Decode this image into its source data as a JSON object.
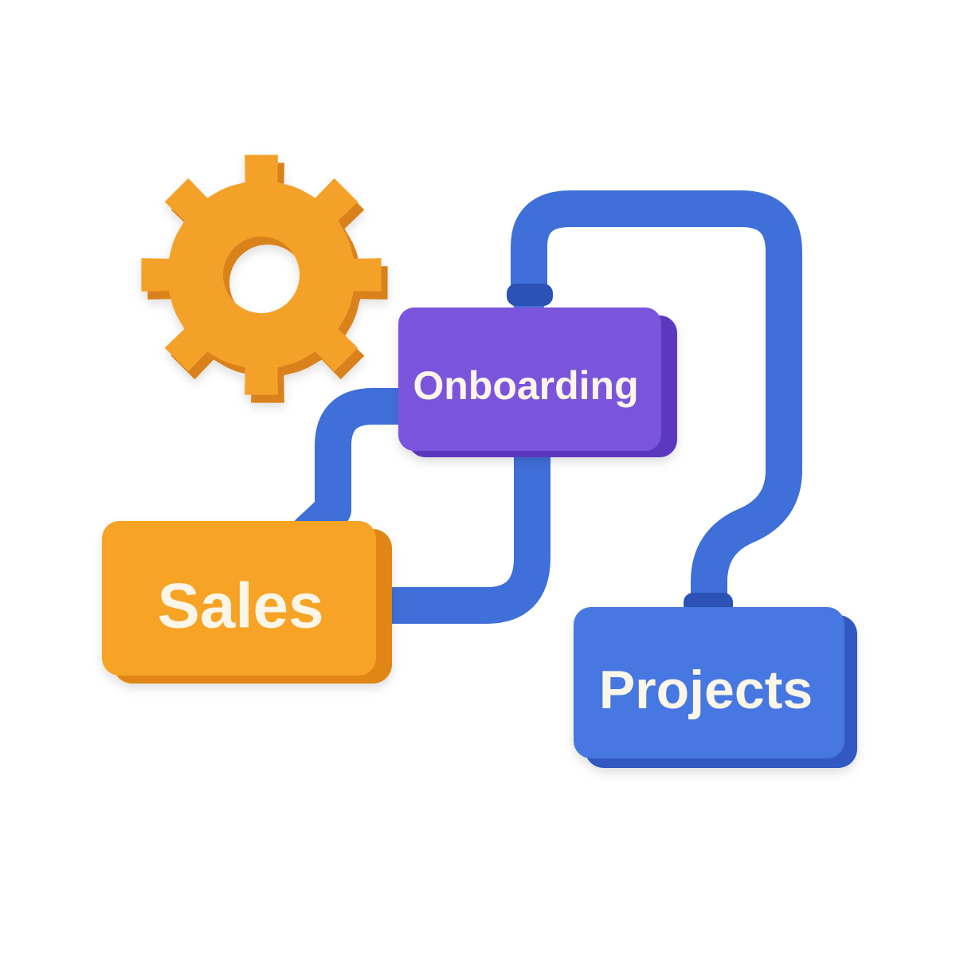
{
  "colors": {
    "pipe": "#3f6fd8",
    "pipe_shade": "#2c52b8",
    "pipe_highlight": "#7b9cef",
    "gear": "#f4a12a",
    "gear_shade": "#d9821a",
    "sales": "#f6a326",
    "sales_shade": "#df8614",
    "onboarding": "#7a54dc",
    "onboarding_shade": "#5b39bf",
    "projects": "#4677e0",
    "projects_shade": "#3159c1",
    "label_text": "#fbf6e8"
  },
  "icons": {
    "gear": "gear-icon"
  },
  "nodes": {
    "onboarding": {
      "label": "Onboarding"
    },
    "sales": {
      "label": "Sales"
    },
    "projects": {
      "label": "Projects"
    }
  }
}
